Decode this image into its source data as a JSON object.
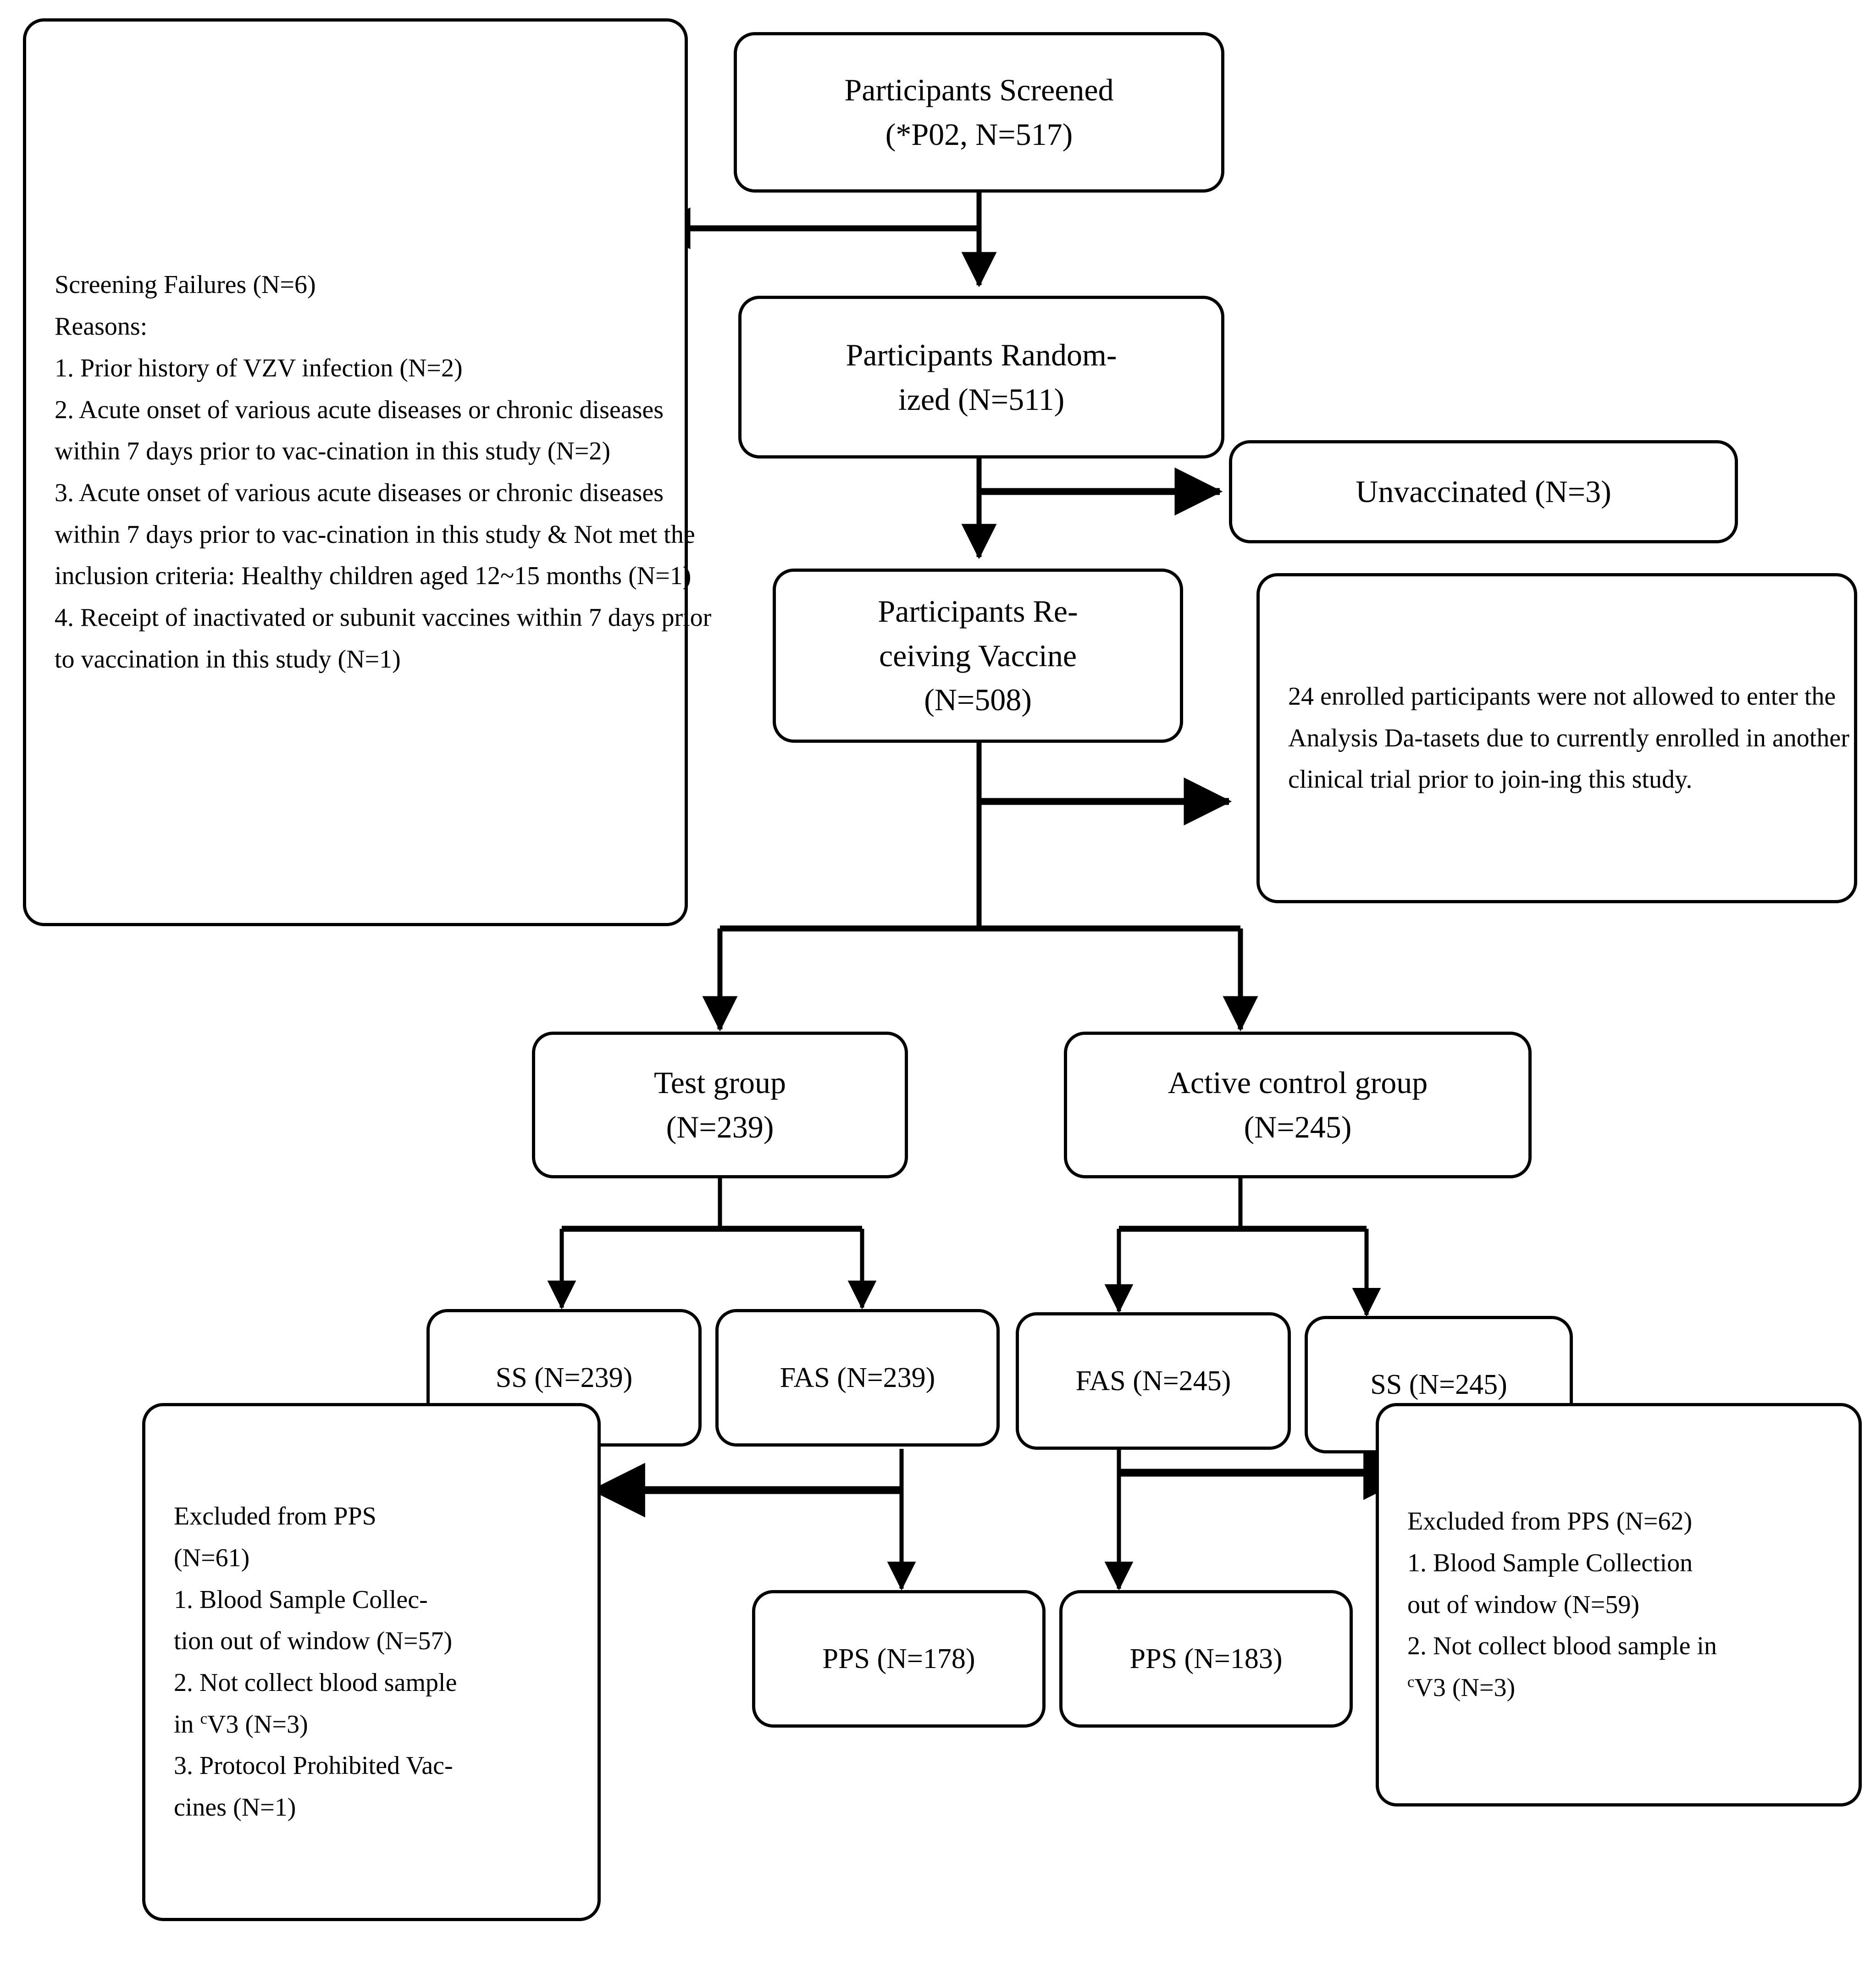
{
  "diagram": {
    "title": "CONSORT participant flow diagram",
    "stroke_color": "#000000",
    "background_color": "#ffffff"
  },
  "nodes": {
    "screening_failures": {
      "heading": "Screening Failures (N=6)",
      "reasons_label": "Reasons:",
      "reason_1": "1. Prior history of VZV infection (N=2)",
      "reason_2": "2. Acute onset of various acute diseases or chronic diseases within 7 days prior to vac-cination in this study (N=2)",
      "reason_3": "3. Acute onset of various acute diseases or chronic diseases within 7 days prior to vac-cination in this study & Not met the inclusion criteria: Healthy children aged 12~15 months (N=1)",
      "reason_4": "4. Receipt of inactivated or subunit vaccines within 7 days prior to vaccination in this study (N=1)"
    },
    "participants_screened": {
      "line1": "Participants Screened",
      "line2": "(*P02, N=517)"
    },
    "participants_randomized": {
      "line1": "Participants Random-",
      "line2": "ized (N=511)"
    },
    "unvaccinated": {
      "line1": "Unvaccinated (N=3)"
    },
    "participants_receiving_vaccine": {
      "line1": "Participants Re-",
      "line2": "ceiving Vaccine",
      "line3": "(N=508)"
    },
    "not_in_analysis_datasets": {
      "text": "24 enrolled participants were not allowed to enter the Analysis Da-tasets due to currently enrolled in another clinical trial prior to join-ing this study."
    },
    "test_group": {
      "line1": "Test group",
      "line2": "(N=239)"
    },
    "active_control_group": {
      "line1": "Active control group",
      "line2": "(N=245)"
    },
    "ss_test": {
      "line1": "SS (N=239)"
    },
    "fas_test": {
      "line1": "FAS (N=239)"
    },
    "fas_control": {
      "line1": "FAS (N=245)"
    },
    "ss_control": {
      "line1": "SS (N=245)"
    },
    "pps_test": {
      "line1": "PPS (N=178)"
    },
    "pps_control": {
      "line1": "PPS (N=183)"
    },
    "excluded_pps_test": {
      "line1": "Excluded from PPS",
      "line2": "(N=61)",
      "line3": "1. Blood Sample Collec-",
      "line4": "tion out of window (N=57)",
      "line5": "2. Not collect blood sample",
      "line6_pre": "in ",
      "line6_sup": "c",
      "line6_post": "V3 (N=3)",
      "line7": "3. Protocol Prohibited Vac-",
      "line8": "cines (N=1)"
    },
    "excluded_pps_control": {
      "line1": "Excluded from PPS (N=62)",
      "line2": "1. Blood Sample Collection",
      "line3": "out of window (N=59)",
      "line4": "2. Not collect blood sample in",
      "line5_sup": "c",
      "line5_post": "V3 (N=3)"
    }
  }
}
